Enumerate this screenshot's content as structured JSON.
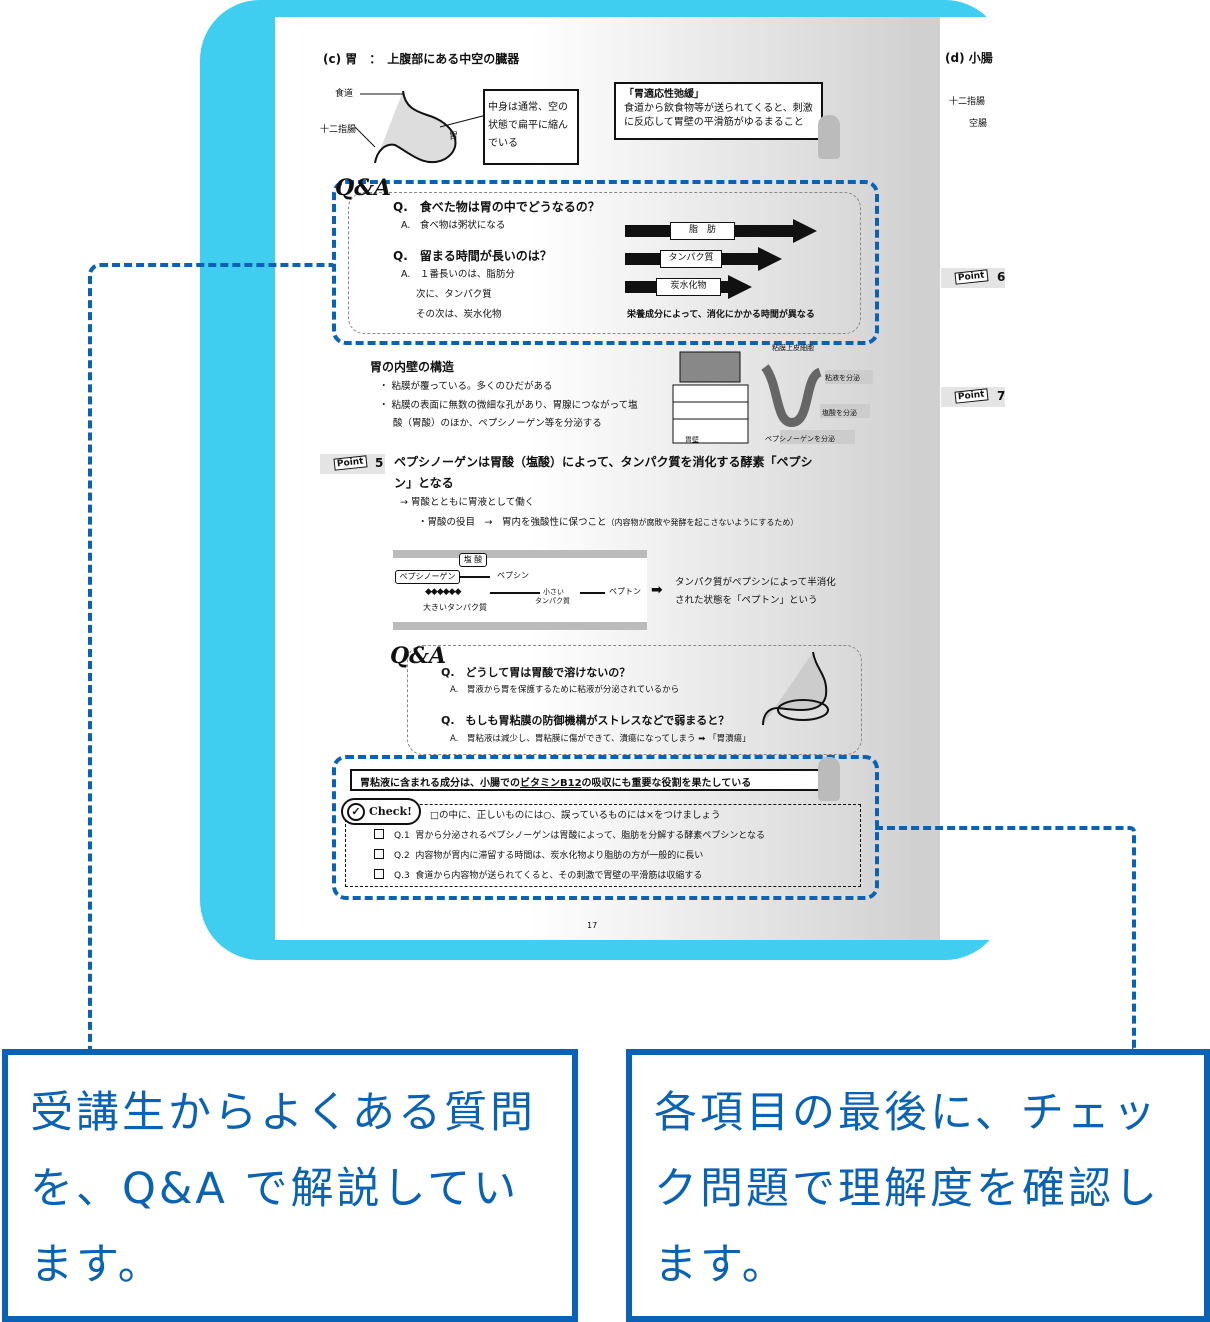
{
  "page": {
    "section_title": "(c) 胃　：　上腹部にある中空の臓器",
    "stomach_labels": {
      "esophagus": "食道",
      "duodenum": "十二指腸",
      "stomach": "胃"
    },
    "stomach_note": [
      "中身は通常、空の",
      "状態で扁平に縮ん",
      "でいる"
    ],
    "adaptive_title": "「胃適応性弛緩」",
    "adaptive_text": [
      "食道から飲食物等が送られてくると、刺激",
      "に反応して胃壁の平滑筋がゆるまること"
    ],
    "qa1": {
      "logo": "Q&A",
      "q1": "Q.　食べた物は胃の中でどうなるの？",
      "a1": "A.　食べ物は粥状になる",
      "q2": "Q.　留まる時間が長いのは？",
      "a2": [
        "A.　１番長いのは、脂肪分",
        "次に、タンパク質",
        "その次は、炭水化物"
      ],
      "arrows": [
        "脂　肪",
        "タンパク質",
        "炭水化物"
      ],
      "caption": "栄養成分によって、消化にかかる時間が異なる"
    },
    "wall": {
      "title": "胃の内壁の構造",
      "bullets": [
        "粘膜が覆っている。多くのひだがある",
        "粘膜の表面に無数の微細な孔があり、胃腺につながって塩",
        "酸（胃酸）のほか、ペプシノーゲン等を分泌する"
      ],
      "diagram_labels": [
        "粘膜上皮細胞",
        "粘液を分泌",
        "塩酸を分泌",
        "ペプシノーゲンを分泌",
        "胃壁"
      ]
    },
    "point5": {
      "badge": "Point",
      "number": "5",
      "text": [
        "ペプシノーゲンは胃酸（塩酸）によって、タンパク質を消化する酵素「ペプシ",
        "ン」となる"
      ],
      "sub1": "→ 胃酸とともに胃液として働く",
      "sub2": "・胃酸の役目　→　胃内を強酸性に保つこと",
      "sub2_note": "（内容物が腐敗や発酵を起こさないようにするため）"
    },
    "digestion": {
      "hcl": "塩 酸",
      "pepsinogen": "ペプシノーゲン",
      "pepsin": "ペプシン",
      "large_protein": "大きいタンパク質",
      "small_protein": [
        "小さい",
        "タンパク質"
      ],
      "peptone": "ペプトン",
      "explain": [
        "タンパク質がペプシンによって半消化",
        "された状態を「ペプトン」という"
      ]
    },
    "qa2": {
      "logo": "Q&A",
      "q1": "Q.　どうして胃は胃酸で溶けないの？",
      "a1": "A.　胃液から胃を保護するために粘液が分泌されているから",
      "q2": "Q.　もしも胃粘膜の防御機構がストレスなどで弱まると？",
      "a2": "A.　胃粘液は減少し、胃粘膜に傷ができて、潰瘍になってしまう",
      "a2_result": "「胃潰瘍」"
    },
    "note": {
      "before": "胃粘液に含まれる成分は、小腸での",
      "underline": "ビタミンB12",
      "after": "の吸収にも重要な役割を果たしている"
    },
    "check": {
      "badge": "Check!",
      "instruction": "□の中に、正しいものには○、誤っているものには×をつけましょう",
      "items": [
        {
          "no": "Q.1",
          "text": "胃から分泌されるペプシノーゲンは胃酸によって、脂肪を分解する酵素ペプシンとなる"
        },
        {
          "no": "Q.2",
          "text": "内容物が胃内に滞留する時間は、炭水化物より脂肪の方が一般的に長い"
        },
        {
          "no": "Q.3",
          "text": "食道から内容物が送られてくると、その刺激で胃壁の平滑筋は収縮する"
        }
      ]
    },
    "page_number": "17"
  },
  "page2": {
    "section_title": "(d) 小腸",
    "labels": [
      "十二指腸",
      "空腸"
    ],
    "points": [
      {
        "badge": "Point",
        "number": "6"
      },
      {
        "badge": "Point",
        "number": "7"
      }
    ]
  },
  "callouts": {
    "left": "受講生からよくある質問を、Q&A で解説しています。",
    "right": "各項目の最後に、チェック問題で理解度を確認します。"
  },
  "colors": {
    "background_panel": "#3fcdf0",
    "accent_blue": "#0a62b5"
  }
}
